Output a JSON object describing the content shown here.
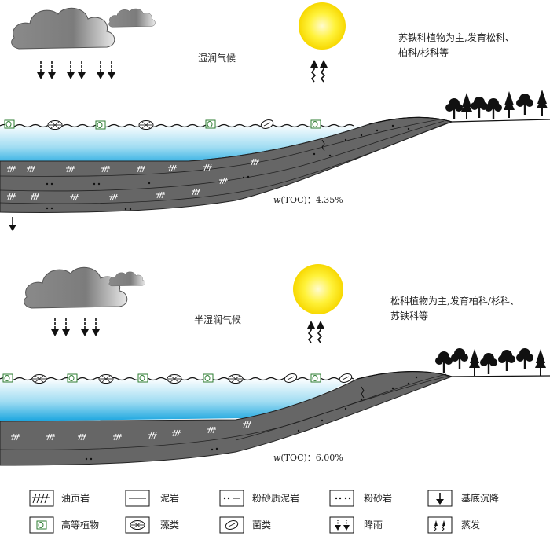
{
  "panels": [
    {
      "climate": "湿润气候",
      "vegetation_line1": "苏铁科植物为主,发育松科、",
      "vegetation_line2": "柏科/杉科等",
      "toc_prefix": "w",
      "toc_suffix": "(TOC)：4.35%"
    },
    {
      "climate": "半湿润气候",
      "vegetation_line1": "松科植物为主,发育柏科/杉科、",
      "vegetation_line2": "苏铁科等",
      "toc_prefix": "w",
      "toc_suffix": "(TOC)：6.00%"
    }
  ],
  "legend": [
    {
      "label": "油页岩",
      "icon": "oil-shale-icon"
    },
    {
      "label": "泥岩",
      "icon": "mudstone-icon"
    },
    {
      "label": "粉砂质泥岩",
      "icon": "silty-mudstone-icon"
    },
    {
      "label": "粉砂岩",
      "icon": "siltstone-icon"
    },
    {
      "label": "基底沉降",
      "icon": "subsidence-arrow-icon"
    },
    {
      "label": "高等植物",
      "icon": "higher-plant-icon"
    },
    {
      "label": "藻类",
      "icon": "algae-icon"
    },
    {
      "label": "菌类",
      "icon": "fungi-icon"
    },
    {
      "label": "降雨",
      "icon": "rainfall-icon"
    },
    {
      "label": "蒸发",
      "icon": "evaporation-icon"
    }
  ]
}
